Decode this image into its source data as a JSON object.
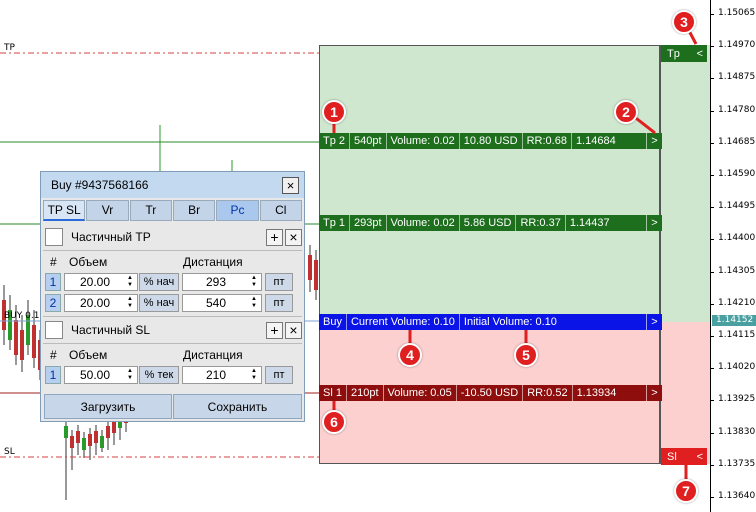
{
  "axis": {
    "prices": [
      "1.15065",
      "1.14970",
      "1.14875",
      "1.14780",
      "1.14685",
      "1.14590",
      "1.14495",
      "1.14400",
      "1.14305",
      "1.14210",
      "1.14115",
      "1.14020",
      "1.13925",
      "1.13830",
      "1.13735",
      "1.13640"
    ],
    "current_price": "1.14152"
  },
  "chart_labels": {
    "tp": "TP",
    "buy": "BUY 0.1",
    "sl": "SL"
  },
  "bars": {
    "tp2": {
      "name": "Tp 2",
      "points": "540pt",
      "volume": "Volume: 0.02",
      "amount": "10.80 USD",
      "rr": "RR:0.68",
      "price": "1.14684",
      "arrow": ">"
    },
    "tp1": {
      "name": "Tp 1",
      "points": "293pt",
      "volume": "Volume: 0.02",
      "amount": "5.86 USD",
      "rr": "RR:0.37",
      "price": "1.14437",
      "arrow": ">"
    },
    "buy": {
      "name": "Buy",
      "current": "Current Volume: 0.10",
      "initial": "Initial Volume: 0.10",
      "arrow": ">"
    },
    "sl1": {
      "name": "Sl 1",
      "points": "210pt",
      "volume": "Volume: 0.05",
      "amount": "-10.50 USD",
      "rr": "RR:0.52",
      "price": "1.13934",
      "arrow": ">"
    }
  },
  "side_buttons": {
    "tp": "Tp",
    "sl": "Sl",
    "arrow": "<"
  },
  "badges": [
    "1",
    "2",
    "3",
    "4",
    "5",
    "6",
    "7"
  ],
  "panel": {
    "title": "Buy  #9437568166",
    "close": "×",
    "tabs": [
      "TP SL",
      "Vr",
      "Tr",
      "Br",
      "Pc",
      "Cl"
    ],
    "tp_section": {
      "label": "Частичный TP",
      "add": "+",
      "remove": "×",
      "headers": {
        "index": "#",
        "volume": "Объем",
        "distance": "Дистанция"
      },
      "rows": [
        {
          "index": "1",
          "volume": "20.00",
          "unit": "% нач",
          "distance": "293",
          "dist_unit": "пт"
        },
        {
          "index": "2",
          "volume": "20.00",
          "unit": "% нач",
          "distance": "540",
          "dist_unit": "пт"
        }
      ]
    },
    "sl_section": {
      "label": "Частичный SL",
      "add": "+",
      "remove": "×",
      "headers": {
        "index": "#",
        "volume": "Объем",
        "distance": "Дистанция"
      },
      "rows": [
        {
          "index": "1",
          "volume": "50.00",
          "unit": "% тек",
          "distance": "210",
          "dist_unit": "пт"
        }
      ]
    },
    "load_button": "Загрузить",
    "save_button": "Сохранить"
  },
  "colors": {
    "tp_zone": "#cfe6cf",
    "sl_zone": "#fdd0d0",
    "tp_bar": "#1d6e1d",
    "buy_bar": "#0a14e6",
    "sl_bar": "#8e0d0d",
    "badge": "#e02020"
  }
}
